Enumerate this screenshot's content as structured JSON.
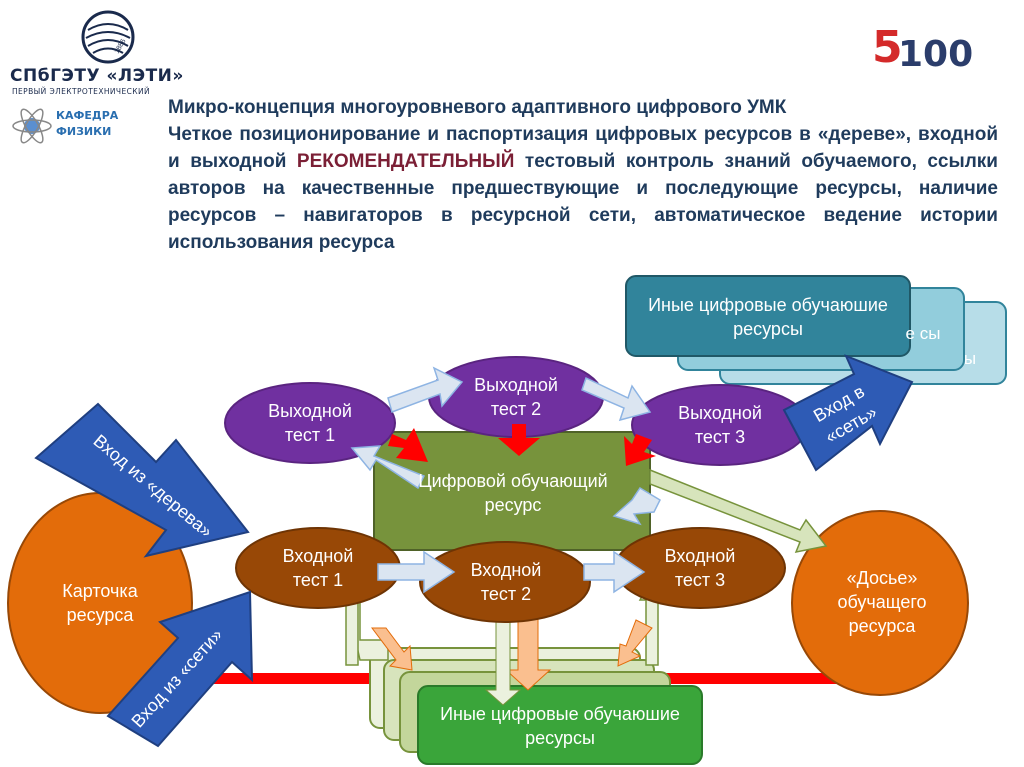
{
  "logo": {
    "name": "СПбГЭТУ «ЛЭТИ»",
    "subtitle": "ПЕРВЫЙ ЭЛЕКТРОТЕХНИЧЕСКИЙ",
    "year": "1886",
    "department_line1": "КАФЕДРА",
    "department_line2": "ФИЗИКИ",
    "brand_5100_a": "5",
    "brand_5100_b": "100"
  },
  "header": {
    "title": "Микро-концепция многоуровневого адаптивного цифрового УМК",
    "body_part1": "Четкое позиционирование и паспортизация цифровых ресурсов в «дереве», входной и выходной ",
    "body_highlight": "РЕКОМЕНДАТЕЛЬНЫЙ",
    "body_part2": " тестовый контроль знаний обучаемого, ссылки авторов на качественные предшествующие и последующие ресурсы, наличие ресурсов – навигаторов в ресурсной сети, автоматическое ведение истории использования ресурса"
  },
  "diagram": {
    "top_resources": "Иные цифровые обучаюшие ресурсы",
    "top_resources_peek": "е сы",
    "top_resources_peek2": "ы",
    "bottom_resources": "Иные цифровые обучаюшие ресурсы",
    "exit_test_1": "Выходной тест 1",
    "exit_test_2": "Выходной тест 2",
    "exit_test_3": "Выходной тест 3",
    "entry_test_1": "Входной тест 1",
    "entry_test_2": "Входной тест 2",
    "entry_test_3": "Входной тест 3",
    "digital_resource": "Цифровой обучающий ресурс",
    "resource_card": "Карточка ресурса",
    "dossier": "«Досье» обучащего ресурса",
    "entry_from_tree": "Вход из «дерева»",
    "entry_from_net": "Вход из «сети»",
    "entry_to_net": "Вход в «сеть»"
  },
  "colors": {
    "navy_text": "#1f3b5c",
    "orange": "#e36c0a",
    "purple": "#7030a0",
    "brown": "#984806",
    "olive_green": "#77933c",
    "teal": "#31849b",
    "blue_arrow": "#2e5bb5",
    "green_box": "#3aa53a",
    "red_line": "#ff0000"
  }
}
